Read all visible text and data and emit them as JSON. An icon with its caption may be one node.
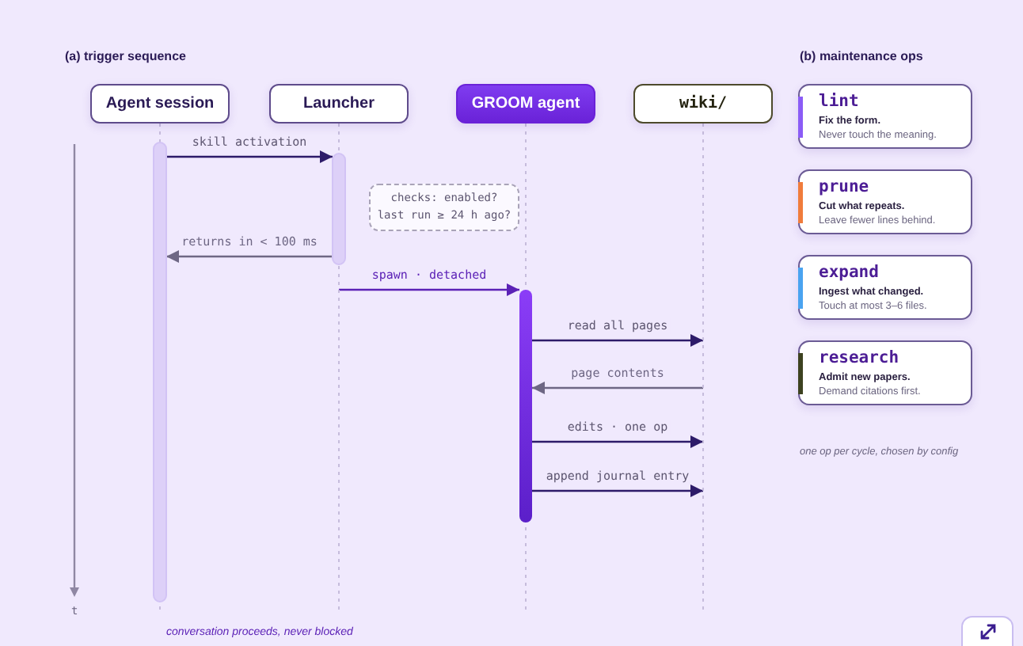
{
  "diagram": {
    "nodes": [
      {
        "text": [
          "Agent session"
        ]
      },
      {
        "text": [
          "Launcher"
        ]
      },
      {
        "text": [
          "GROOM agent"
        ]
      },
      {
        "text": [
          "wiki/"
        ]
      },
      {
        "text": [
          "checks: enabled?",
          "last run ≥ 24 h ago?"
        ]
      },
      {
        "text": [
          "lint",
          "Fix the form.",
          "Never touch the meaning."
        ]
      },
      {
        "text": [
          "prune",
          "Cut what repeats.",
          "Leave fewer lines behind."
        ]
      },
      {
        "text": [
          "expand",
          "Ingest what changed.",
          "Touch at most 3–6 files."
        ]
      },
      {
        "text": [
          "research",
          "Admit new papers.",
          "Demand citations first."
        ]
      }
    ],
    "edges": [
      {
        "from": 0,
        "to": 1,
        "arrow": "to",
        "label": "skill activation"
      },
      {
        "from": 1,
        "to": 0,
        "arrow": "to",
        "label": "returns in < 100 ms",
        "color": "#6e6784"
      },
      {
        "from": 1,
        "to": 2,
        "arrow": "to",
        "label": "spawn · detached",
        "color": "#5b21b6"
      },
      {
        "from": 2,
        "to": 3,
        "arrow": "to",
        "label": "read all pages"
      },
      {
        "from": 3,
        "to": 2,
        "arrow": "to",
        "label": "page contents",
        "color": "#6e6784"
      },
      {
        "from": 2,
        "to": 3,
        "arrow": "to",
        "label": "edits · one op"
      },
      {
        "from": 2,
        "to": 3,
        "arrow": "to",
        "label": "append journal entry"
      }
    ],
    "labels": [
      "(a) trigger sequence",
      "(b) maintenance ops",
      "one op per cycle, chosen by config",
      "t",
      "conversation proceeds, never blocked"
    ]
  }
}
